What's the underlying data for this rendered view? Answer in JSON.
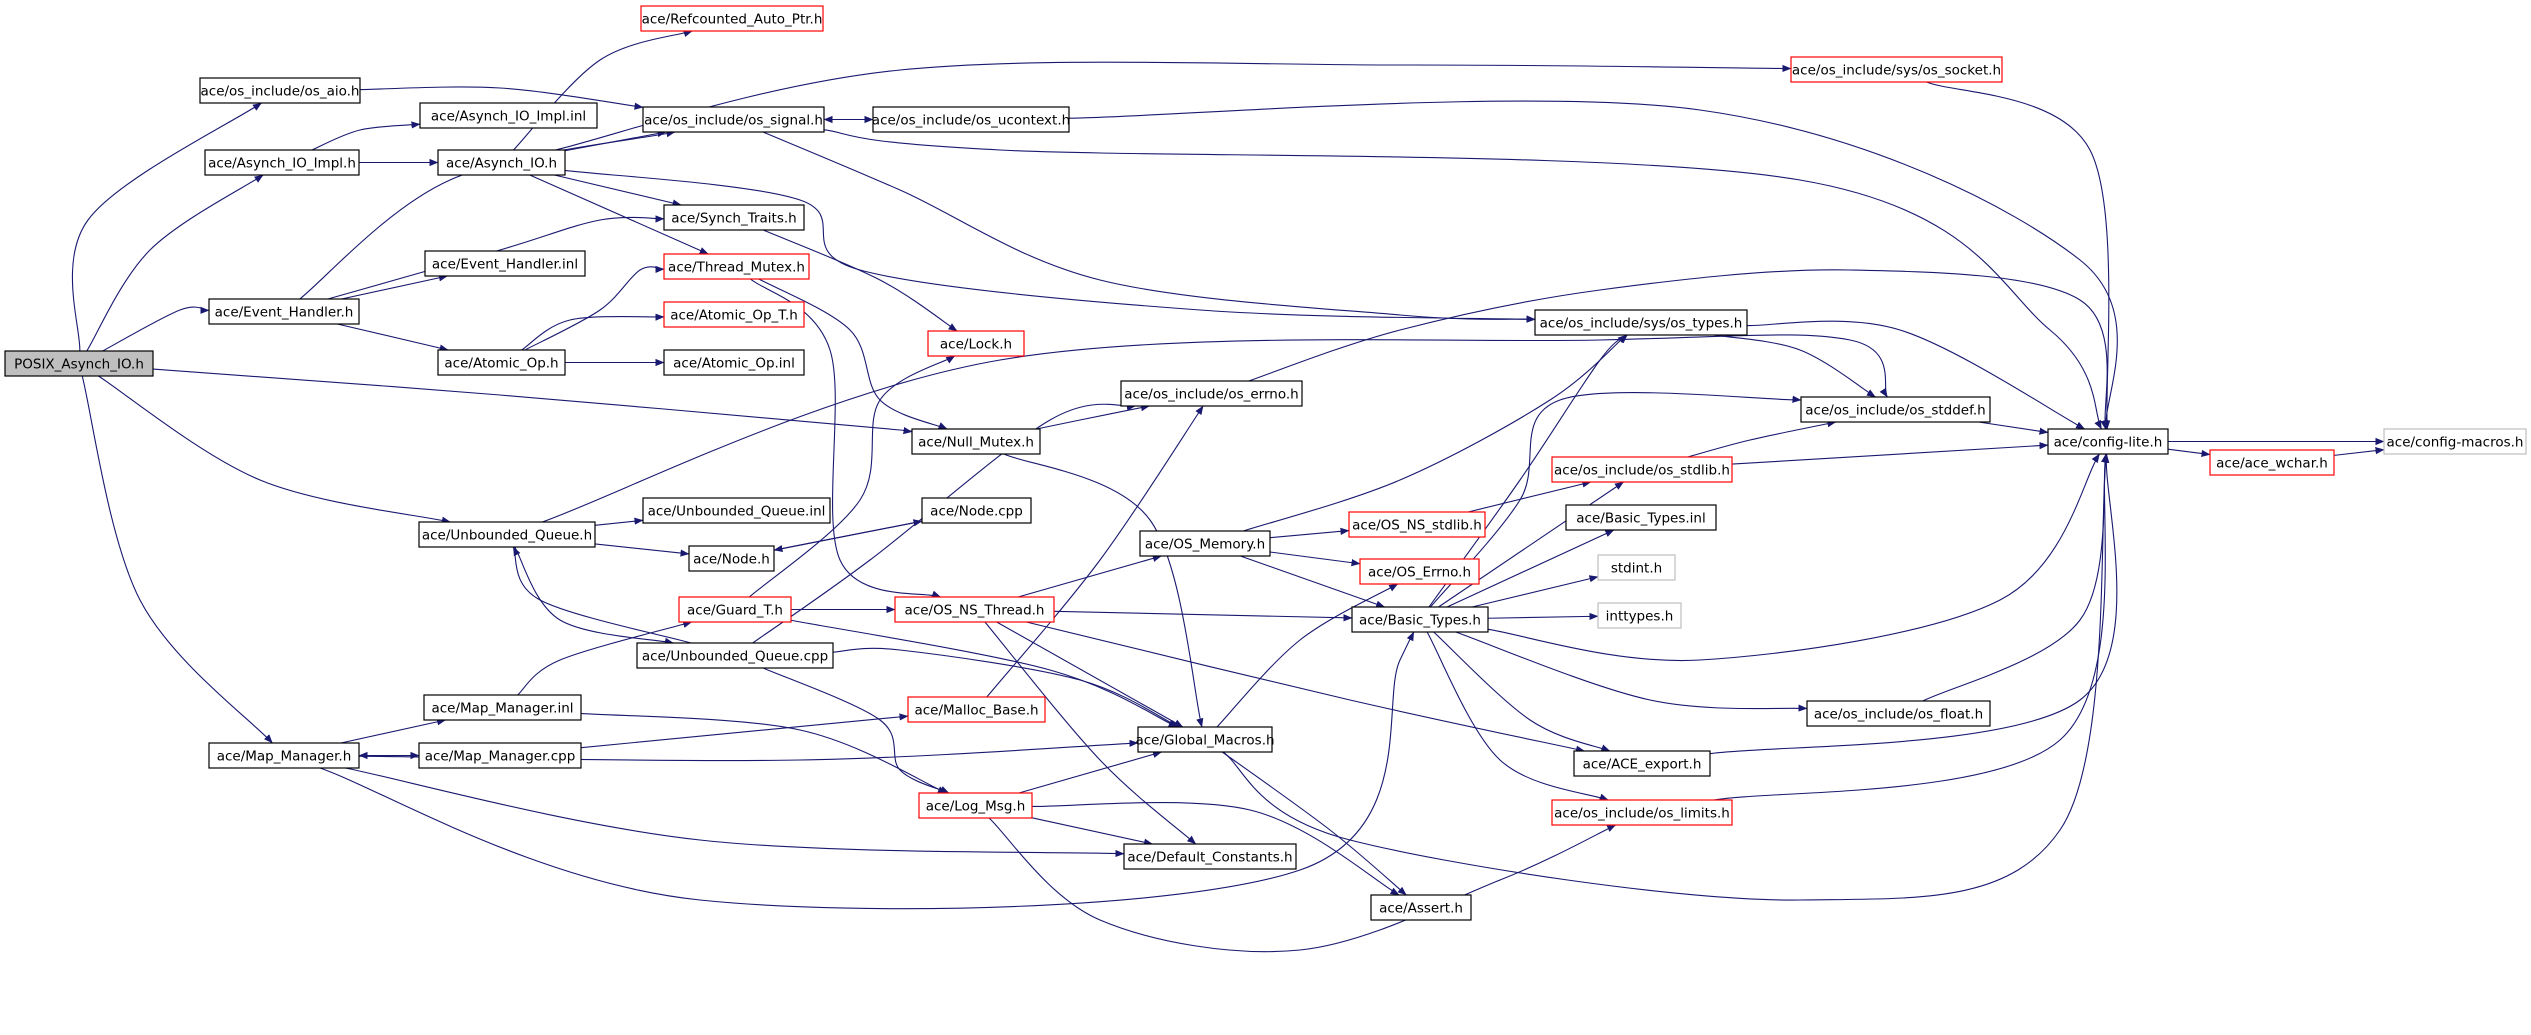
{
  "colors": {
    "edge": "#191970",
    "normal_border": "#000000",
    "truncated_border": "#ff0000",
    "missing_border": "#bfbfbf",
    "root_fill": "#bfbfbf",
    "node_fill": "#ffffff"
  },
  "nodes": [
    {
      "id": "posix_asynch_io",
      "label": "POSIX_Asynch_IO.h",
      "style": "root"
    },
    {
      "id": "os_aio",
      "label": "ace/os_include/os_aio.h",
      "style": "normal"
    },
    {
      "id": "asynch_io_impl_h",
      "label": "ace/Asynch_IO_Impl.h",
      "style": "normal"
    },
    {
      "id": "asynch_io_impl_inl",
      "label": "ace/Asynch_IO_Impl.inl",
      "style": "normal"
    },
    {
      "id": "asynch_io_h",
      "label": "ace/Asynch_IO.h",
      "style": "normal"
    },
    {
      "id": "refcounted_auto_ptr",
      "label": "ace/Refcounted_Auto_Ptr.h",
      "style": "truncated"
    },
    {
      "id": "os_signal",
      "label": "ace/os_include/os_signal.h",
      "style": "normal"
    },
    {
      "id": "os_ucontext",
      "label": "ace/os_include/os_ucontext.h",
      "style": "normal"
    },
    {
      "id": "os_socket",
      "label": "ace/os_include/sys/os_socket.h",
      "style": "truncated"
    },
    {
      "id": "synch_traits",
      "label": "ace/Synch_Traits.h",
      "style": "normal"
    },
    {
      "id": "event_handler_inl",
      "label": "ace/Event_Handler.inl",
      "style": "normal"
    },
    {
      "id": "event_handler_h",
      "label": "ace/Event_Handler.h",
      "style": "normal"
    },
    {
      "id": "thread_mutex",
      "label": "ace/Thread_Mutex.h",
      "style": "truncated"
    },
    {
      "id": "atomic_op_t",
      "label": "ace/Atomic_Op_T.h",
      "style": "truncated"
    },
    {
      "id": "atomic_op_h",
      "label": "ace/Atomic_Op.h",
      "style": "normal"
    },
    {
      "id": "atomic_op_inl",
      "label": "ace/Atomic_Op.inl",
      "style": "normal"
    },
    {
      "id": "lock_h",
      "label": "ace/Lock.h",
      "style": "truncated"
    },
    {
      "id": "os_types",
      "label": "ace/os_include/sys/os_types.h",
      "style": "normal"
    },
    {
      "id": "os_errno",
      "label": "ace/os_include/os_errno.h",
      "style": "normal"
    },
    {
      "id": "null_mutex",
      "label": "ace/Null_Mutex.h",
      "style": "normal"
    },
    {
      "id": "os_stddef",
      "label": "ace/os_include/os_stddef.h",
      "style": "normal"
    },
    {
      "id": "config_lite",
      "label": "ace/config-lite.h",
      "style": "normal"
    },
    {
      "id": "config_macros",
      "label": "ace/config-macros.h",
      "style": "missing"
    },
    {
      "id": "ace_wchar",
      "label": "ace/ace_wchar.h",
      "style": "truncated"
    },
    {
      "id": "os_stdlib",
      "label": "ace/os_include/os_stdlib.h",
      "style": "truncated"
    },
    {
      "id": "unbounded_queue_inl",
      "label": "ace/Unbounded_Queue.inl",
      "style": "normal"
    },
    {
      "id": "unbounded_queue_h",
      "label": "ace/Unbounded_Queue.h",
      "style": "normal"
    },
    {
      "id": "node_cpp",
      "label": "ace/Node.cpp",
      "style": "normal"
    },
    {
      "id": "node_h",
      "label": "ace/Node.h",
      "style": "normal"
    },
    {
      "id": "os_memory",
      "label": "ace/OS_Memory.h",
      "style": "normal"
    },
    {
      "id": "os_ns_stdlib",
      "label": "ace/OS_NS_stdlib.h",
      "style": "truncated"
    },
    {
      "id": "basic_types_inl",
      "label": "ace/Basic_Types.inl",
      "style": "normal"
    },
    {
      "id": "os_errno_h",
      "label": "ace/OS_Errno.h",
      "style": "truncated"
    },
    {
      "id": "stdint_h",
      "label": "stdint.h",
      "style": "missing"
    },
    {
      "id": "guard_t",
      "label": "ace/Guard_T.h",
      "style": "truncated"
    },
    {
      "id": "os_ns_thread",
      "label": "ace/OS_NS_Thread.h",
      "style": "truncated"
    },
    {
      "id": "basic_types_h",
      "label": "ace/Basic_Types.h",
      "style": "normal"
    },
    {
      "id": "inttypes_h",
      "label": "inttypes.h",
      "style": "missing"
    },
    {
      "id": "unbounded_queue_cpp",
      "label": "ace/Unbounded_Queue.cpp",
      "style": "normal"
    },
    {
      "id": "map_manager_inl",
      "label": "ace/Map_Manager.inl",
      "style": "normal"
    },
    {
      "id": "malloc_base",
      "label": "ace/Malloc_Base.h",
      "style": "truncated"
    },
    {
      "id": "os_float",
      "label": "ace/os_include/os_float.h",
      "style": "normal"
    },
    {
      "id": "global_macros",
      "label": "ace/Global_Macros.h",
      "style": "normal"
    },
    {
      "id": "map_manager_h",
      "label": "ace/Map_Manager.h",
      "style": "normal"
    },
    {
      "id": "map_manager_cpp",
      "label": "ace/Map_Manager.cpp",
      "style": "normal"
    },
    {
      "id": "ace_export",
      "label": "ace/ACE_export.h",
      "style": "normal"
    },
    {
      "id": "log_msg",
      "label": "ace/Log_Msg.h",
      "style": "truncated"
    },
    {
      "id": "os_limits",
      "label": "ace/os_include/os_limits.h",
      "style": "truncated"
    },
    {
      "id": "default_constants",
      "label": "ace/Default_Constants.h",
      "style": "normal"
    },
    {
      "id": "assert_h",
      "label": "ace/Assert.h",
      "style": "normal"
    }
  ]
}
